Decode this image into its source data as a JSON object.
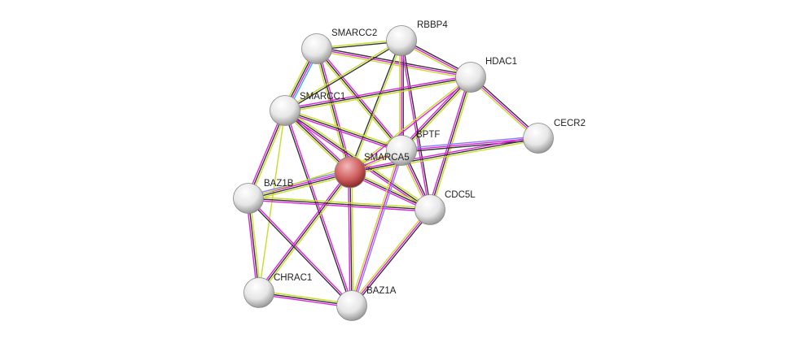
{
  "evidence_colors": {
    "g": "#c8dc28",
    "k": "#333333",
    "m": "#e020e0",
    "b": "#8080ff",
    "c": "#20b8e0"
  },
  "query_node_color": "#d06060",
  "nodes": [
    {
      "id": "SMARCC2",
      "label": "SMARCC2"
    },
    {
      "id": "RBBP4",
      "label": "RBBP4"
    },
    {
      "id": "HDAC1",
      "label": "HDAC1"
    },
    {
      "id": "SMARCC1",
      "label": "SMARCC1"
    },
    {
      "id": "BPTF",
      "label": "BPTF"
    },
    {
      "id": "SMARCA5",
      "label": "SMARCA5",
      "query": true
    },
    {
      "id": "CECR2",
      "label": "CECR2"
    },
    {
      "id": "BAZ1B",
      "label": "BAZ1B"
    },
    {
      "id": "CDC5L",
      "label": "CDC5L"
    },
    {
      "id": "CHRAC1",
      "label": "CHRAC1"
    },
    {
      "id": "BAZ1A",
      "label": "BAZ1A"
    }
  ],
  "edges": [
    [
      "SMARCC2",
      "RBBP4",
      "gk"
    ],
    [
      "SMARCC2",
      "HDAC1",
      "kmg"
    ],
    [
      "SMARCC2",
      "SMARCC1",
      "cmkg"
    ],
    [
      "SMARCC2",
      "SMARCA5",
      "mkg"
    ],
    [
      "SMARCC2",
      "BPTF",
      "mkg"
    ],
    [
      "RBBP4",
      "SMARCC1",
      "kg"
    ],
    [
      "RBBP4",
      "HDAC1",
      "kmg"
    ],
    [
      "RBBP4",
      "SMARCA5",
      "gk"
    ],
    [
      "RBBP4",
      "BPTF",
      "kmg"
    ],
    [
      "RBBP4",
      "CDC5L",
      "km"
    ],
    [
      "HDAC1",
      "SMARCC1",
      "gkm"
    ],
    [
      "HDAC1",
      "BPTF",
      "gkm"
    ],
    [
      "HDAC1",
      "SMARCA5",
      "mg"
    ],
    [
      "HDAC1",
      "CECR2",
      "kmg"
    ],
    [
      "HDAC1",
      "CDC5L",
      "gkm"
    ],
    [
      "SMARCC1",
      "SMARCA5",
      "mkg"
    ],
    [
      "SMARCC1",
      "BPTF",
      "gkm"
    ],
    [
      "SMARCC1",
      "CDC5L",
      "gkm"
    ],
    [
      "SMARCC1",
      "BAZ1B",
      "gkm"
    ],
    [
      "SMARCC1",
      "BAZ1A",
      "mk"
    ],
    [
      "SMARCC1",
      "CHRAC1",
      "g"
    ],
    [
      "BPTF",
      "CECR2",
      "bmk"
    ],
    [
      "SMARCA5",
      "CECR2",
      "mkg"
    ],
    [
      "SMARCA5",
      "BPTF",
      "mg"
    ],
    [
      "SMARCA5",
      "BAZ1B",
      "gkmb"
    ],
    [
      "SMARCA5",
      "CDC5L",
      "gkm"
    ],
    [
      "SMARCA5",
      "BAZ1A",
      "gkm"
    ],
    [
      "SMARCA5",
      "CHRAC1",
      "gkm"
    ],
    [
      "BAZ1B",
      "CDC5L",
      "gkm"
    ],
    [
      "BAZ1B",
      "BPTF",
      "g"
    ],
    [
      "BAZ1B",
      "CHRAC1",
      "gkm"
    ],
    [
      "BPTF",
      "CDC5L",
      "kmg"
    ],
    [
      "BPTF",
      "BAZ1A",
      "bmg"
    ],
    [
      "CDC5L",
      "BAZ1A",
      "kmg"
    ],
    [
      "CHRAC1",
      "BAZ1A",
      "gkm"
    ],
    [
      "BAZ1B",
      "BAZ1A",
      "mk"
    ]
  ]
}
